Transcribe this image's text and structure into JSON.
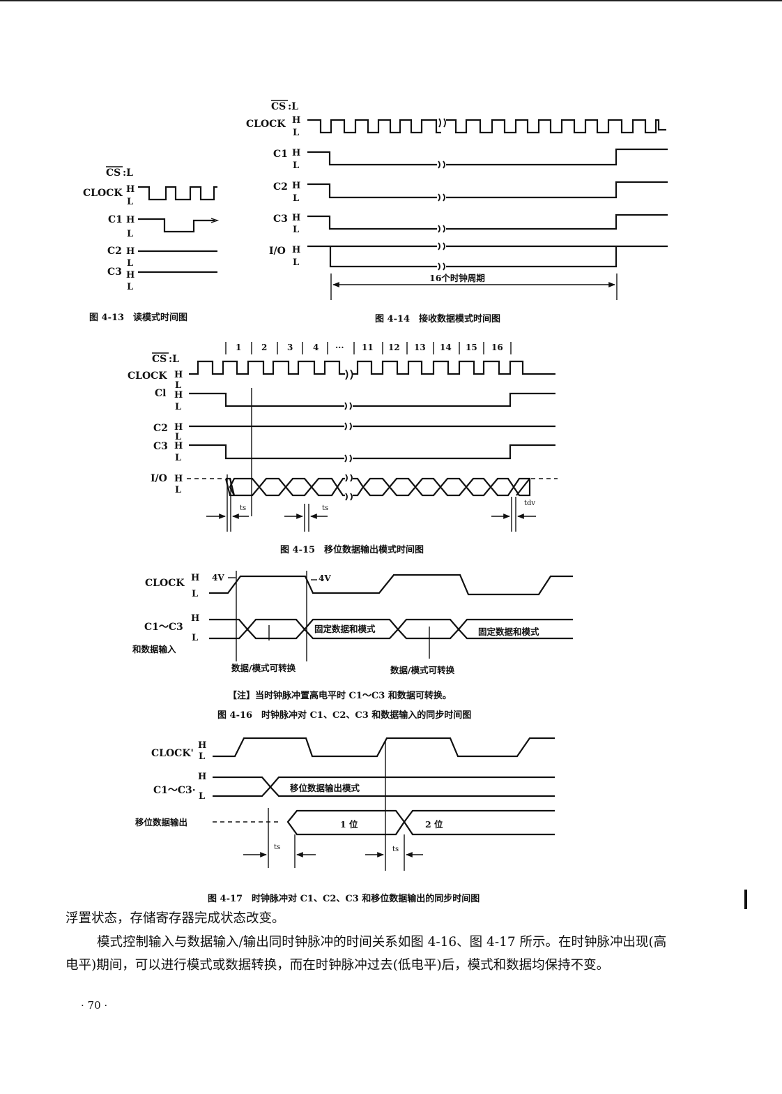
{
  "signals": {
    "cs": "CS",
    "cs_level": ":L",
    "clock": "CLOCK",
    "clock_tick": "CLOCK'",
    "c1": "C1",
    "c1_alt": "Cl",
    "c2": "C2",
    "c3": "C3",
    "io": "I/O",
    "c1c3": "C1～C3",
    "c1c3_dot": "C1～C3·",
    "data_input_sub": "和数据输入",
    "shift_output": "移位数据输出",
    "high": "H",
    "low": "L"
  },
  "fig13": {
    "caption": "图 4-13　读模式时间图"
  },
  "fig14": {
    "caption": "图 4-14　接收数据模式时间图",
    "period_label": "16个时钟周期"
  },
  "fig15": {
    "caption": "图 4-15　移位数据输出模式时间图",
    "bit_numbers": [
      "1",
      "2",
      "3",
      "4",
      "···",
      "11",
      "12",
      "13",
      "14",
      "15",
      "16"
    ],
    "ts": "ts",
    "tdv": "tdv"
  },
  "fig16": {
    "caption": "图 4-16　时钟脉冲对 C1、C2、C3 和数据输入的同步时间图",
    "note": "【注】当时钟脉冲置高电平时 C1～C3 和数据可转换。",
    "v4": "4V",
    "fixed_label": "固定数据和模式",
    "switch_label": "数据/模式可转换"
  },
  "fig17": {
    "caption": "图 4-17　时钟脉冲对 C1、C2、C3 和移位数据输出的同步时间图",
    "mode_label": "移位数据输出模式",
    "bit1": "1 位",
    "bit2": "2 位",
    "ts": "ts"
  },
  "body": {
    "p1": "浮置状态，存储寄存器完成状态改变。",
    "p2": "模式控制输入与数据输入/输出同时钟脉冲的时间关系如图 4-16、图 4-17 所示。在时钟脉冲出现(高电平)期间，可以进行模式或数据转换，而在时钟脉冲过去(低电平)后，模式和数据均保持不变。"
  },
  "page_number": "· 70 ·"
}
